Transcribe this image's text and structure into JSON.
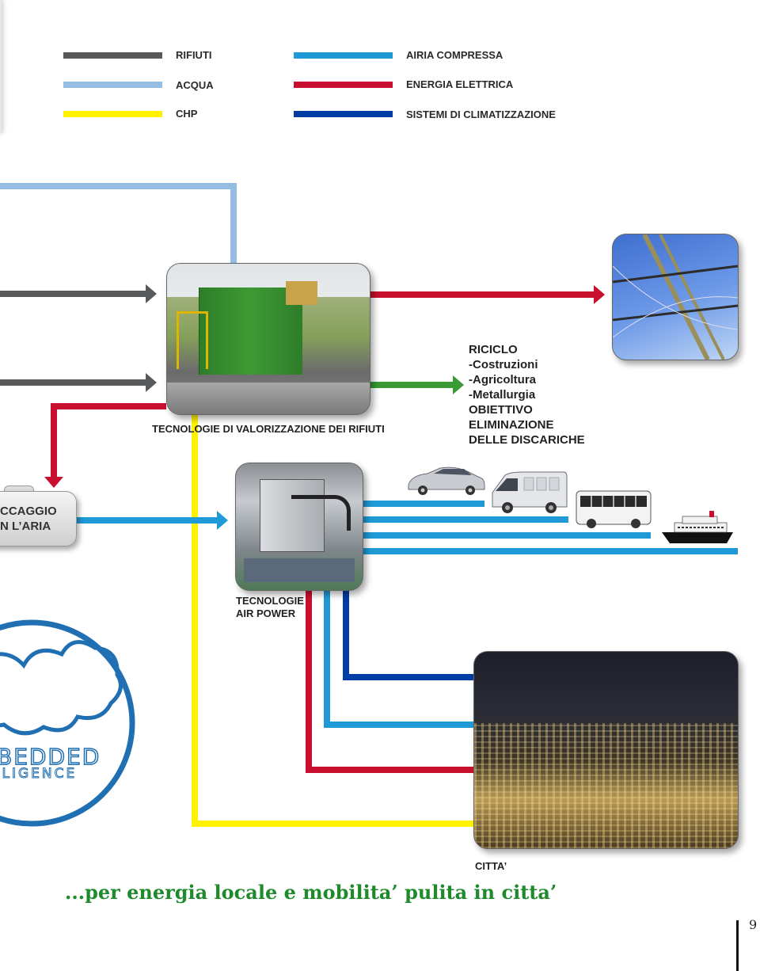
{
  "legend": {
    "items": [
      {
        "label": "RIFIUTI",
        "color": "#58595b"
      },
      {
        "label": "ACQUA",
        "color": "#93bde2"
      },
      {
        "label": "CHP",
        "color": "#fff200"
      },
      {
        "label": "AIRIA COMPRESSA",
        "color": "#1f9ad6"
      },
      {
        "label": "ENERGIA ELETTRICA",
        "color": "#c8102e"
      },
      {
        "label": "SISTEMI DI CLIMATIZZAZIONE",
        "color": "#003da5"
      }
    ]
  },
  "nodes": {
    "waste_tech": {
      "label": "TECNOLOGIE DI VALORIZZAZIONE DEI RIFIUTI"
    },
    "air_power": {
      "label_line1": "TECNOLOGIE",
      "label_line2": "AIR POWER"
    },
    "storage": {
      "line1": "CCAGGIO",
      "line2": "N L’ARIA"
    },
    "city": {
      "label": "CITTA’"
    },
    "recycling": {
      "lines": [
        "RICICLO",
        "-Costruzioni",
        "-Agricoltura",
        "-Metallurgia",
        "OBIETTIVO",
        "ELIMINAZIONE",
        "DELLE DISCARICHE"
      ]
    }
  },
  "logo": {
    "line1": "BEDDED",
    "line2": "LLIGENCE"
  },
  "tagline": "...per energia locale e mobilita’ pulita in citta’",
  "page_number": "9",
  "colors": {
    "green_arrow": "#3a9a35",
    "tagline": "#1f8a2c",
    "logo_blue": "#1f6fb2"
  },
  "icons": [
    "car-icon",
    "van-icon",
    "bus-icon",
    "ship-icon",
    "power-pylon-image",
    "waste-plant-image",
    "engine-image",
    "city-night-image"
  ]
}
